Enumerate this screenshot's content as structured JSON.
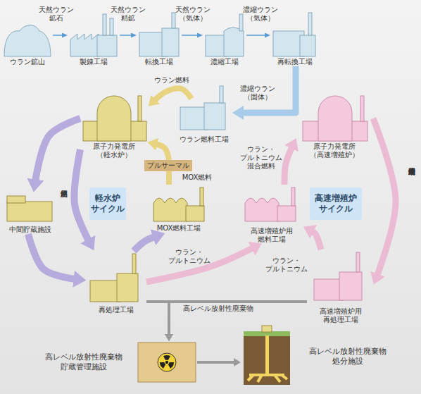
{
  "diagram": {
    "nodes": [
      {
        "text": [
          "ウラン鉱山"
        ]
      },
      {
        "text": [
          "製錬工場"
        ]
      },
      {
        "text": [
          "転換工場"
        ]
      },
      {
        "text": [
          "濃縮工場"
        ]
      },
      {
        "text": [
          "再転換工場"
        ]
      },
      {
        "text": [
          "原子力発電所 （軽水炉）"
        ]
      },
      {
        "text": [
          "ウラン燃料工場"
        ]
      },
      {
        "text": [
          "原子力発電所 （高速増殖炉）"
        ]
      },
      {
        "text": [
          "プルサーマル"
        ]
      },
      {
        "text": [
          "中間貯蔵施設"
        ]
      },
      {
        "text": [
          "軽水炉 サイクル"
        ]
      },
      {
        "text": [
          "MOX燃料工場"
        ]
      },
      {
        "text": [
          "高速増殖炉用 燃料工場"
        ]
      },
      {
        "text": [
          "高速増殖炉 サイクル"
        ]
      },
      {
        "text": [
          "再処理工場"
        ]
      },
      {
        "text": [
          "高速増殖炉用 再処理工場"
        ]
      },
      {
        "text": [
          "高レベル放射性廃棄物 貯蔵管理施設"
        ]
      },
      {
        "text": [
          "高レベル放射性廃棄物 処分施設"
        ]
      }
    ],
    "edges": [
      {
        "from": 0,
        "to": 1,
        "label": "天然ウラン 鉱石",
        "arrow": "to"
      },
      {
        "from": 1,
        "to": 2,
        "label": "天然ウラン 精鉱",
        "arrow": "to"
      },
      {
        "from": 2,
        "to": 3,
        "label": "天然ウラン （気体）",
        "arrow": "to"
      },
      {
        "from": 3,
        "to": 4,
        "label": "濃縮ウラン （気体）",
        "arrow": "to"
      },
      {
        "from": 4,
        "to": 6,
        "label": "濃縮ウラン （固体）",
        "arrow": "to"
      },
      {
        "from": 6,
        "to": 5,
        "label": "ウラン燃料",
        "arrow": "to"
      },
      {
        "from": 11,
        "to": 8,
        "label": "MOX燃料",
        "arrow": "none"
      },
      {
        "from": 8,
        "to": 5,
        "arrow": "to"
      },
      {
        "from": 5,
        "to": 9,
        "arrow": "to"
      },
      {
        "from": 9,
        "to": 14,
        "arrow": "to"
      },
      {
        "from": 5,
        "to": 14,
        "label": "使用済燃料",
        "arrow": "to"
      },
      {
        "from": 14,
        "to": 11,
        "arrow": "to"
      },
      {
        "from": 14,
        "to": 12,
        "label": "ウラン・ プルトニウム",
        "arrow": "to"
      },
      {
        "from": 12,
        "to": 7,
        "label": "ウラン・ プルトニウム 混合燃料",
        "arrow": "to"
      },
      {
        "from": 7,
        "to": 15,
        "label": "高速増殖炉使用済燃料",
        "arrow": "to"
      },
      {
        "from": 15,
        "to": 12,
        "label": "ウラン・ プルトニウム",
        "arrow": "to"
      },
      {
        "from": 14,
        "to": 16,
        "label": "高レベル放射性廃棄物",
        "arrow": "to"
      },
      {
        "from": 15,
        "to": 16,
        "arrow": "to"
      },
      {
        "from": 16,
        "to": 17,
        "arrow": "to"
      }
    ]
  }
}
